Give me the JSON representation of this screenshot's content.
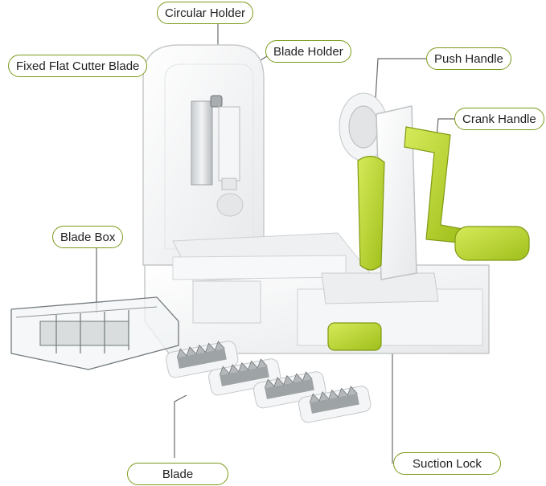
{
  "accent_color": "#b7d334",
  "label_border_color": "#7a9a1a",
  "callouts": {
    "circular_holder": "Circular Holder",
    "fixed_flat_cutter_blade": "Fixed Flat Cutter Blade",
    "blade_holder": "Blade Holder",
    "push_handle": "Push Handle",
    "crank_handle": "Crank Handle",
    "blade_box": "Blade Box",
    "blade": "Blade",
    "suction_lock": "Suction Lock"
  }
}
